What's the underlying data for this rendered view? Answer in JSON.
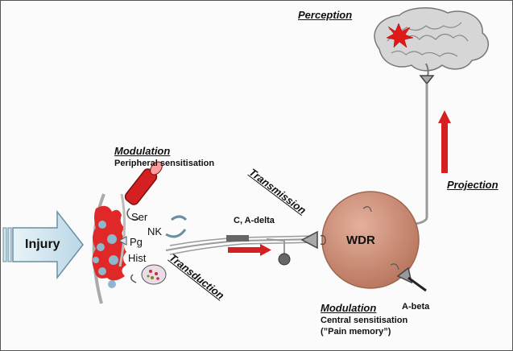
{
  "labels": {
    "perception": "Perception",
    "modulation_peripheral": "Modulation",
    "peripheral_sensitisation": "Peripheral sensitisation",
    "transmission": "Transmission",
    "projection": "Projection",
    "transduction": "Transduction",
    "modulation_central": "Modulation",
    "central_sensitisation": "Central sensitisation",
    "pain_memory": "(”Pain memory”)",
    "injury": "Injury",
    "wdr": "WDR",
    "c_adelta": "C, A-delta",
    "a_beta": "A-beta",
    "ser": "Ser",
    "nk": "NK",
    "pg": "Pg",
    "hist": "Hist"
  },
  "colors": {
    "wdr_fill": "#c98a72",
    "arrow_red": "#d42020",
    "tissue_red": "#e02828",
    "tissue_blue": "#8fb7cc",
    "injury_arrow": "#cfe4ee",
    "brain_grey": "#9a9a9a",
    "star_red": "#e01818"
  },
  "icons": [
    "brain-icon",
    "pain-star-icon",
    "injured-tissue-icon",
    "injury-arrow-icon",
    "blood-vessel-icon",
    "mast-cell-icon",
    "wdr-neuron-icon",
    "synapse-triangle-icon",
    "direction-arrow-icon"
  ]
}
